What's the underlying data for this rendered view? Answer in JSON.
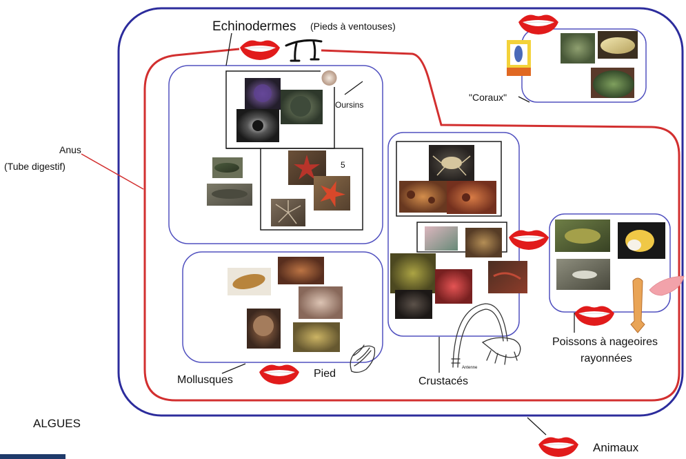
{
  "colors": {
    "outer_boundary": "#2c2c9c",
    "digestive_boundary": "#d22f2f",
    "mouth": "#e11b1b",
    "algae_label": "#2e7d32",
    "footer_bar": "#1f3a6a"
  },
  "icons": {
    "mouth": "mouth-icon",
    "tube_foot": "tube-foot-icon",
    "shell": "snail-shell-icon",
    "shrimp": "shrimp-sketch-icon",
    "fin": "fin-icon"
  },
  "labels": {
    "echinodermes": "Echinodermes",
    "echinodermes_note": "(Pieds à ventouses)",
    "oursins": "Oursins",
    "five": "5",
    "anus": "Anus",
    "tube_digestif": "(Tube digestif)",
    "coraux": "\"Coraux\"",
    "mollusques": "Mollusques",
    "pied": "Pied",
    "crustaces": "Crustacés",
    "antenne": "Antenne",
    "poissons_line1": "Poissons à nageoires",
    "poissons_line2": "rayonnées",
    "algues": "ALGUES",
    "animaux": "Animaux"
  }
}
